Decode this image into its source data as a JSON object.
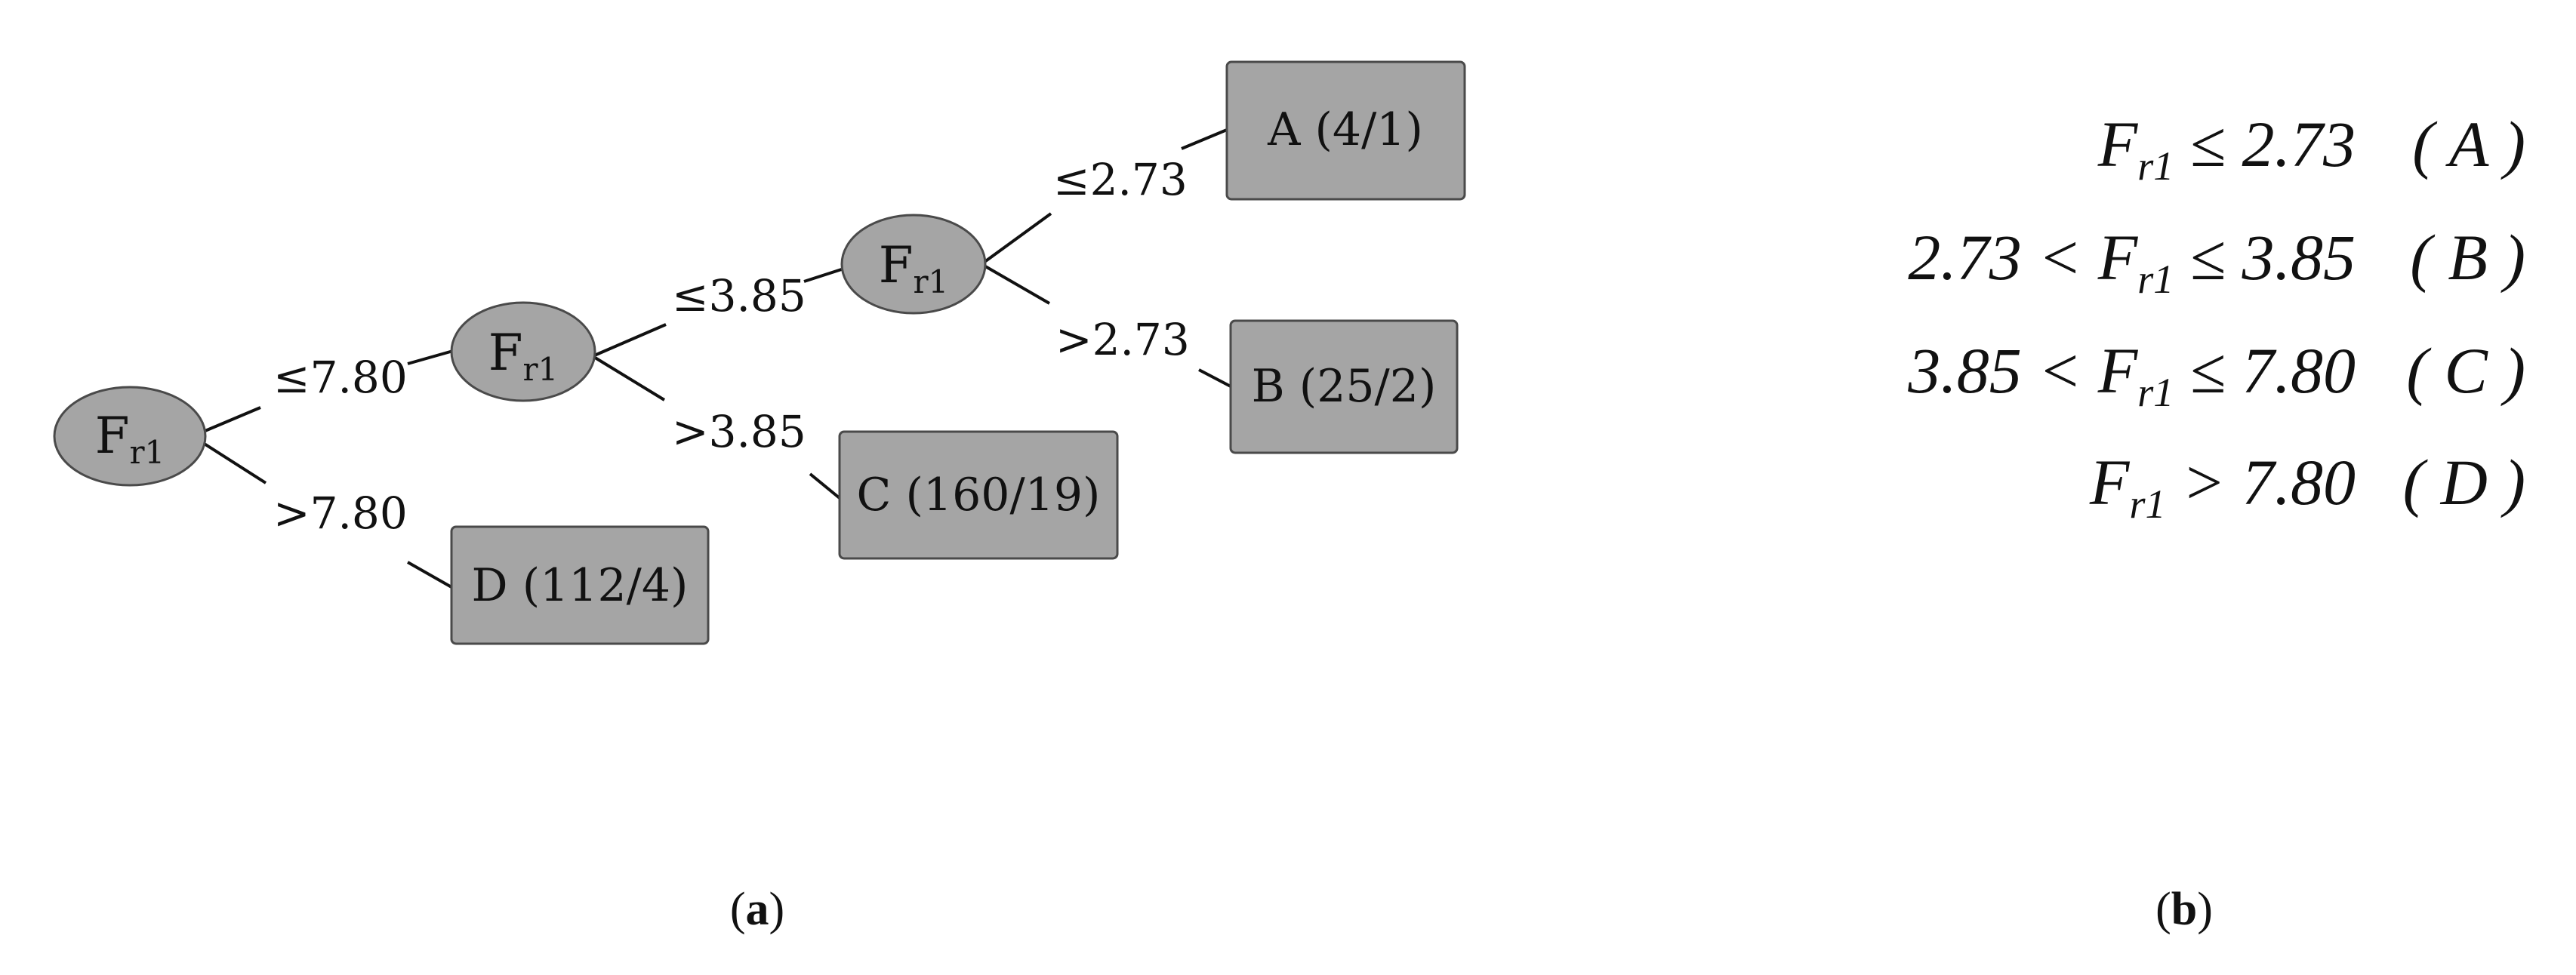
{
  "tree": {
    "nodes": [
      {
        "id": "n1",
        "label": "F",
        "sub": "r1"
      },
      {
        "id": "n2",
        "label": "F",
        "sub": "r1"
      },
      {
        "id": "n3",
        "label": "F",
        "sub": "r1"
      }
    ],
    "leaves": [
      {
        "id": "A",
        "label": "A (4/1)"
      },
      {
        "id": "B",
        "label": "B (25/2)"
      },
      {
        "id": "C",
        "label": "C (160/19)"
      },
      {
        "id": "D",
        "label": "D (112/4)"
      }
    ],
    "edge_labels": {
      "n1_to_n2": "≤7.80",
      "n1_to_D": ">7.80",
      "n2_to_n3": "≤3.85",
      "n2_to_C": ">3.85",
      "n3_to_A": "≤2.73",
      "n3_to_B": ">2.73"
    }
  },
  "rules": [
    {
      "pre": "",
      "var": "F",
      "sub": "r1",
      "post": " ≤ 2.73",
      "cls": "( A )"
    },
    {
      "pre": "2.73 < ",
      "var": "F",
      "sub": "r1",
      "post": " ≤ 3.85",
      "cls": "( B )"
    },
    {
      "pre": "3.85 < ",
      "var": "F",
      "sub": "r1",
      "post": " ≤ 7.80",
      "cls": "( C )"
    },
    {
      "pre": "",
      "var": "F",
      "sub": "r1",
      "post": " > 7.80",
      "cls": "( D )"
    }
  ],
  "captions": {
    "a_open": "(",
    "a_letter": "a",
    "a_close": ")",
    "b_open": "(",
    "b_letter": "b",
    "b_close": ")"
  }
}
